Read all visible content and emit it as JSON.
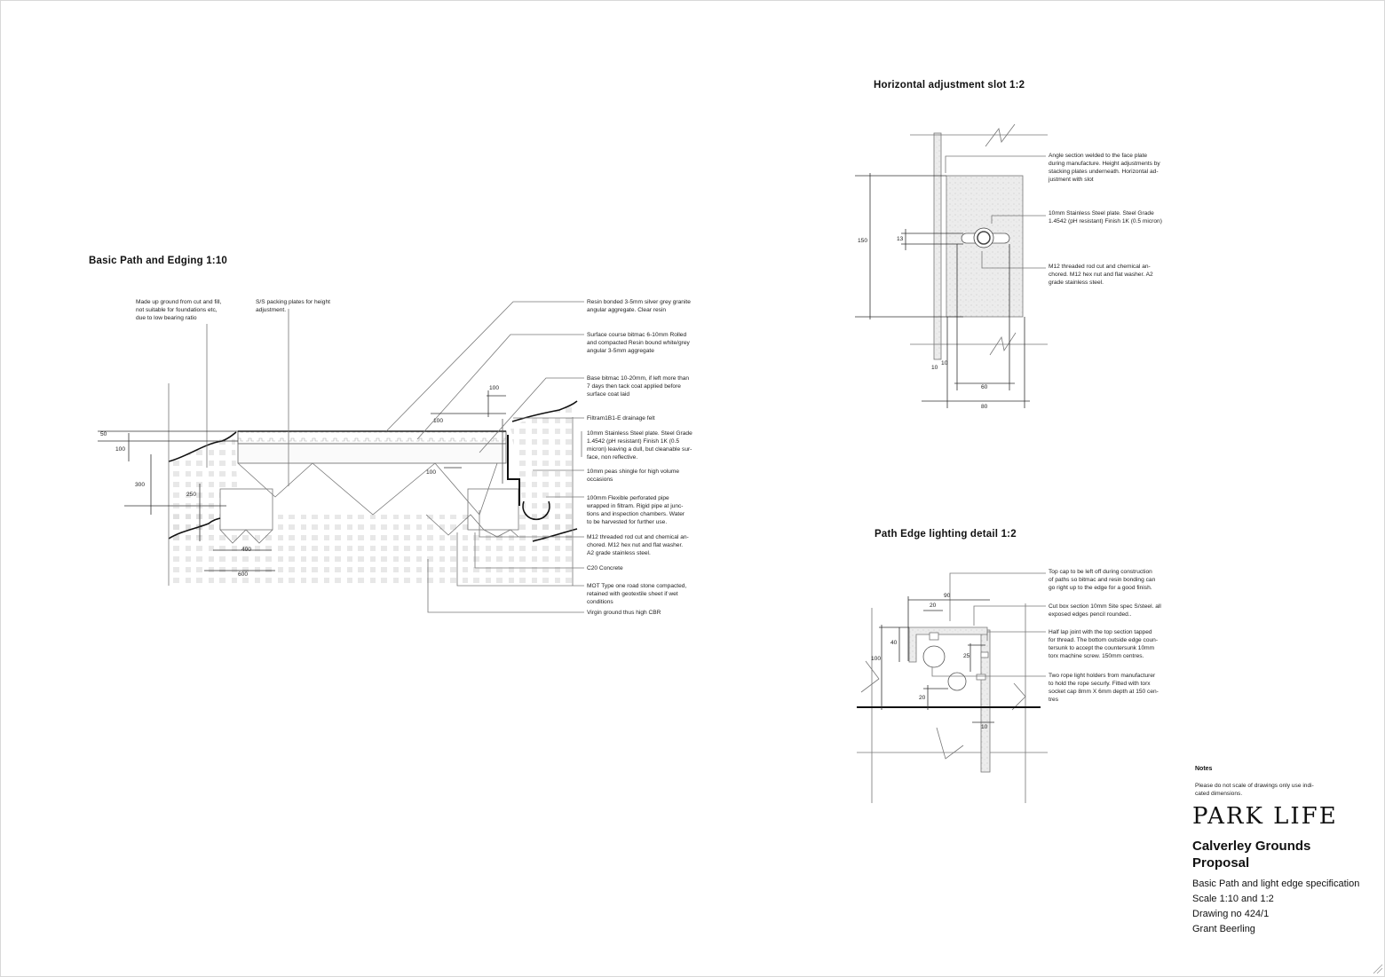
{
  "path_section": {
    "title": "Basic Path and Edging 1:10",
    "left_notes": [
      "Made up ground from cut and fill,\nnot suitable for foundations etc,\ndue to low bearing ratio",
      "S/S packing plates for height\nadjustment."
    ],
    "right_notes": [
      "Resin bonded 3-5mm silver grey granite\nangular aggregate. Clear resin",
      "Surface course bitmac 6-10mm Rolled\nand compacted Resin bound white/grey\nangular 3-5mm aggregate",
      "Base bitmac 10-20mm, if left more than\n7 days then tack coat applied before\nsurface coat laid",
      "Filtram1B1-E drainage felt",
      "10mm Stainless Steel plate. Steel Grade\n1.4542 (pH resistant) Finish 1K (0.5\nmicron) leaving a dull, but cleanable sur-\nface, non reflective.",
      "10mm peas shingle for high volume\noccasions",
      "100mm  Flexible perforated pipe\nwrapped in filtram. Rigid pipe at junc-\ntions and inspection chambers. Water\nto be harvested for further use.",
      "M12 threaded rod cut and chemical an-\nchored. M12 hex nut and flat washer.\nA2 grade stainless steel.",
      "C20 Concrete",
      "MOT Type one road stone compacted,\nretained with geotextile sheet if wet\nconditions",
      "Virgin ground thus high CBR"
    ],
    "dimensions": [
      "50",
      "100",
      "300",
      "250",
      "400",
      "600",
      "100",
      "100",
      "100"
    ]
  },
  "slot_detail": {
    "title": "Horizontal adjustment slot 1:2",
    "notes": [
      "Angle section welded to the face plate\nduring manufacture. Height adjustments by\nstacking plates underneath. Horizontal ad-\njustment with slot",
      "10mm Stainless Steel plate. Steel Grade\n1.4542 (pH resistant) Finish 1K (0.5 micron)",
      "M12 threaded rod cut and chemical an-\nchored. M12 hex nut and flat washer. A2\ngrade stainless steel."
    ],
    "dimensions": [
      "150",
      "13",
      "10",
      "10",
      "60",
      "80"
    ]
  },
  "lighting_detail": {
    "title": "Path Edge lighting detail 1:2",
    "notes": [
      "Top cap to be left off during construction\nof paths so bitmac and resin bonding can\ngo right up to the edge for a good finish.",
      "Cut box section 10mm Site spec S/steel. all\nexposed edges pencil rounded..",
      "Half lap joint with the top section tapped\nfor thread. The bottom outside edge coun-\ntersunk to accept the countersunk 10mm\ntorx machine screw. 150mm centres.",
      "Two rope light holders from manufacturer\nto hold the rope securly. Fitted with torx\nsocket cap 8mm X 6mm depth at 150 cen-\ntres"
    ],
    "dimensions": [
      "90",
      "20",
      "40",
      "100",
      "25",
      "20",
      "10"
    ]
  },
  "title_block": {
    "notes_heading": "Notes",
    "notes_text": "Please do not scale of drawings only use indi-\ncated dimensions.",
    "logo": "PARK LIFE",
    "project": "Calverley Grounds\nProposal",
    "lines": [
      "Basic Path and light edge specification",
      "Scale 1:10 and 1:2",
      "Drawing no 424/1",
      "Grant Beerling"
    ]
  }
}
